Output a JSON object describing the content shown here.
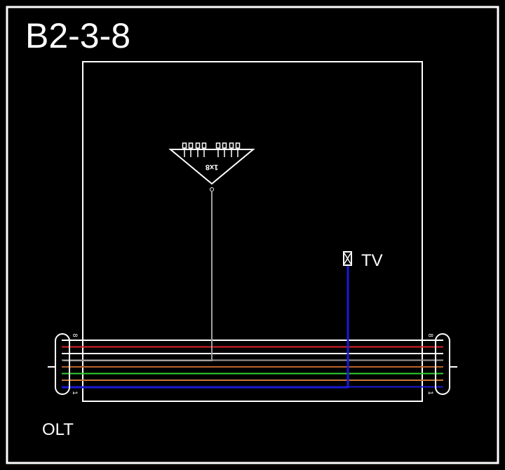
{
  "title": "B2-3-8",
  "splitter_label": "1x8",
  "tv_label": "TV",
  "olt_label": "OLT",
  "cable_end_labels": {
    "top": "8",
    "bottom": "1"
  },
  "fibers": [
    {
      "color": "#ffffff"
    },
    {
      "color": "#e0202a"
    },
    {
      "color": "#ffffff"
    },
    {
      "color": "#9a9a9a"
    },
    {
      "color": "#b8642a"
    },
    {
      "color": "#30d030"
    },
    {
      "color": "#c8783a"
    },
    {
      "color": "#1a1ad8"
    }
  ],
  "colors": {
    "background": "#000000",
    "frame": "#ffffff",
    "splitter_feed": "#a0a0a0",
    "tv_feed": "#1a1ad8"
  }
}
